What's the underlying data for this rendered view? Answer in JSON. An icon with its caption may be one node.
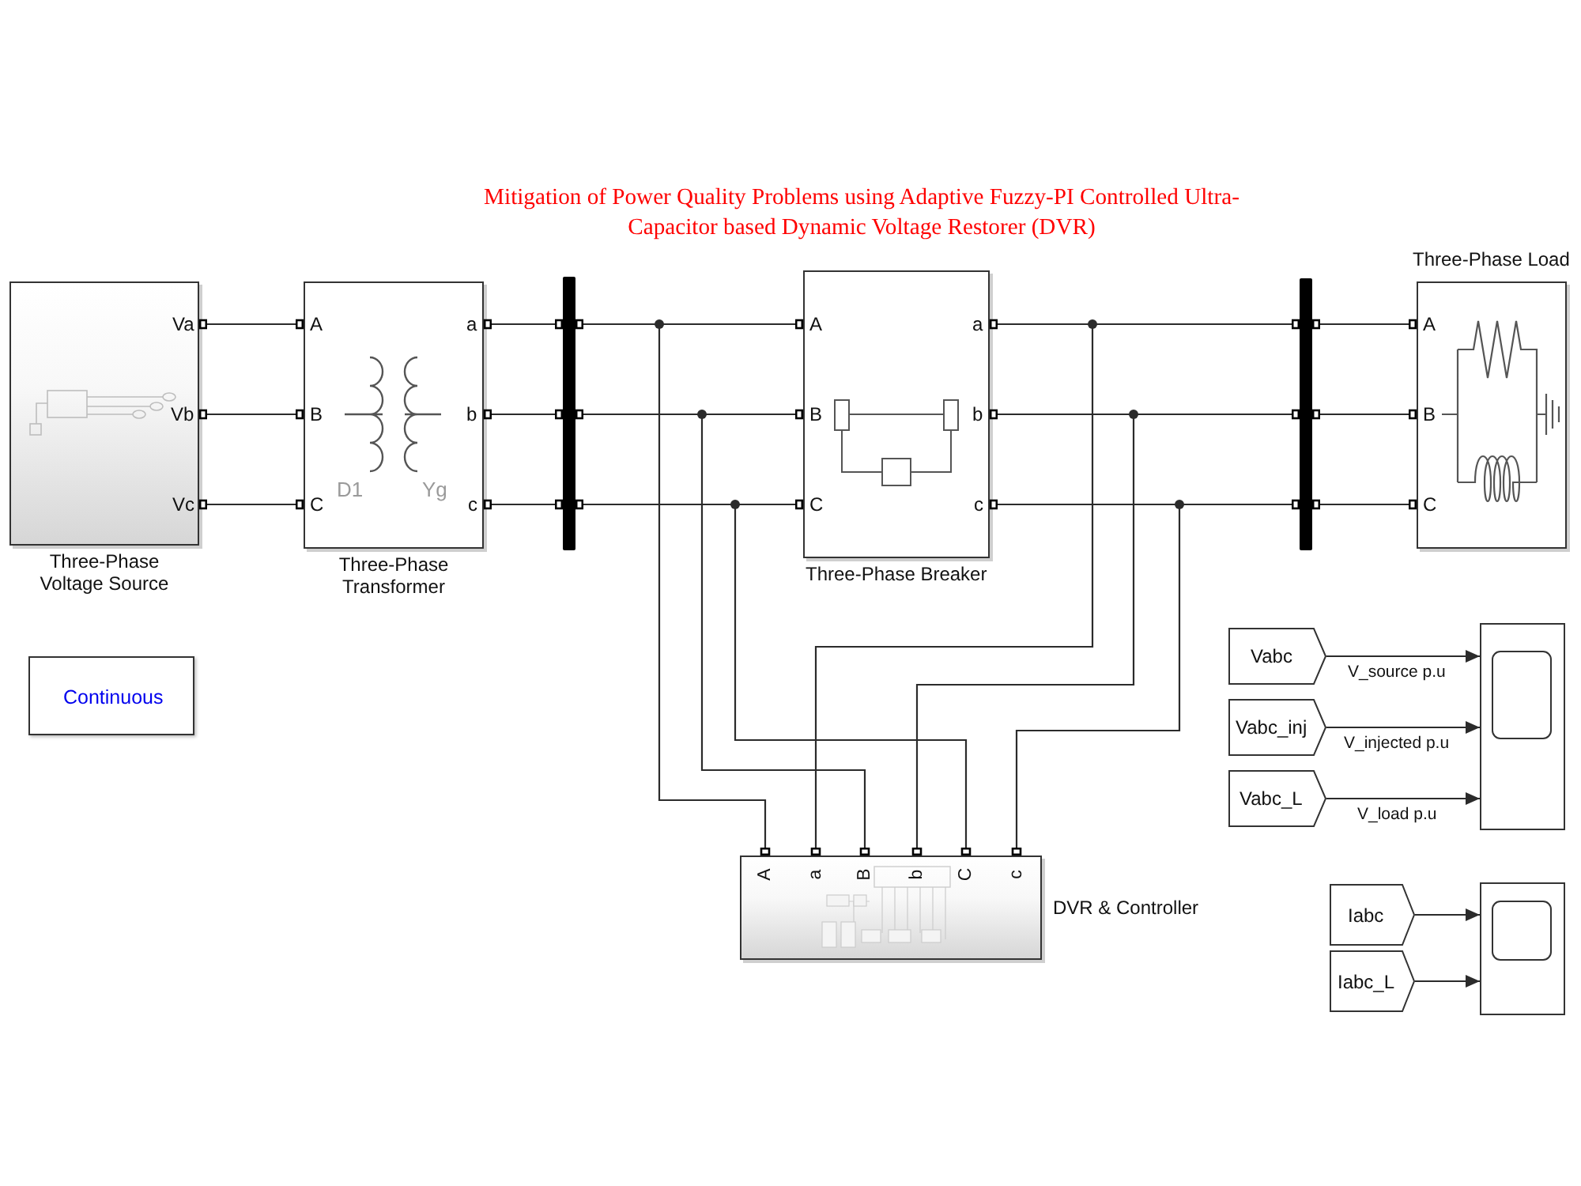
{
  "diagram": {
    "title": "Mitigation of Power Quality Problems using Adaptive Fuzzy-PI Controlled Ultra-Capacitor based Dynamic Voltage Restorer (DVR)",
    "nodes": [
      {
        "text": [
          "Va",
          "Vb",
          "Vc",
          "Three-Phase Voltage Source"
        ]
      },
      {
        "text": [
          "A",
          "a",
          "B",
          "b",
          "D1",
          "Yg",
          "C",
          "c",
          "Three-Phase Transformer"
        ]
      },
      {
        "text": [],
        "shape": "bar"
      },
      {
        "text": [
          "A",
          "a",
          "B",
          "b",
          "C",
          "c",
          "Three-Phase Breaker"
        ]
      },
      {
        "text": [],
        "shape": "bar"
      },
      {
        "text": [
          "Three-Phase Load",
          "A",
          "B",
          "C"
        ]
      },
      {
        "text": [
          "Continuous"
        ]
      },
      {
        "text": [
          "A",
          "a",
          "B",
          "b",
          "C",
          "c",
          "DVR & Controller"
        ]
      },
      {
        "text": [
          "Vabc"
        ]
      },
      {
        "text": [
          "Vabc_inj"
        ]
      },
      {
        "text": [
          "Vabc_L"
        ]
      },
      {
        "text": [],
        "shape": "box"
      },
      {
        "text": [
          "Iabc"
        ]
      },
      {
        "text": [
          "Iabc_L"
        ]
      },
      {
        "text": [],
        "shape": "box"
      }
    ],
    "edges": [
      {
        "from": 0,
        "to": 1,
        "arrow": "none"
      },
      {
        "from": 0,
        "to": 1,
        "arrow": "none"
      },
      {
        "from": 0,
        "to": 1,
        "arrow": "none"
      },
      {
        "from": 1,
        "to": 2,
        "arrow": "none"
      },
      {
        "from": 1,
        "to": 2,
        "arrow": "none"
      },
      {
        "from": 1,
        "to": 2,
        "arrow": "none"
      },
      {
        "from": 2,
        "to": 3,
        "arrow": "none"
      },
      {
        "from": 2,
        "to": 3,
        "arrow": "none"
      },
      {
        "from": 2,
        "to": 3,
        "arrow": "none"
      },
      {
        "from": 3,
        "to": 4,
        "arrow": "none"
      },
      {
        "from": 3,
        "to": 4,
        "arrow": "none"
      },
      {
        "from": 3,
        "to": 4,
        "arrow": "none"
      },
      {
        "from": 4,
        "to": 5,
        "arrow": "none"
      },
      {
        "from": 4,
        "to": 5,
        "arrow": "none"
      },
      {
        "from": 4,
        "to": 5,
        "arrow": "none"
      },
      {
        "from": 2,
        "to": 7,
        "arrow": "none"
      },
      {
        "from": 2,
        "to": 7,
        "arrow": "none"
      },
      {
        "from": 2,
        "to": 7,
        "arrow": "none"
      },
      {
        "from": 3,
        "to": 7,
        "arrow": "none"
      },
      {
        "from": 3,
        "to": 7,
        "arrow": "none"
      },
      {
        "from": 3,
        "to": 7,
        "arrow": "none"
      },
      {
        "from": 8,
        "to": 11,
        "arrow": "to",
        "label": "V_source p.u"
      },
      {
        "from": 9,
        "to": 11,
        "arrow": "to",
        "label": "V_injected p.u"
      },
      {
        "from": 10,
        "to": 11,
        "arrow": "to",
        "label": "V_load p.u"
      },
      {
        "from": 12,
        "to": 14,
        "arrow": "to"
      },
      {
        "from": 13,
        "to": 14,
        "arrow": "to"
      }
    ]
  }
}
